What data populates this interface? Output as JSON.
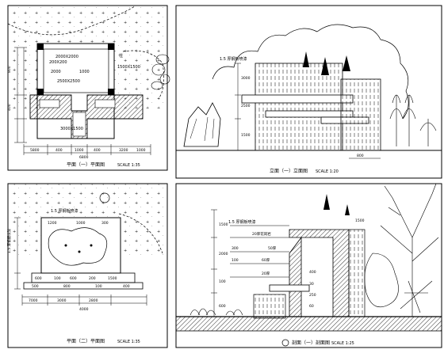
{
  "panels": {
    "tl": {
      "title": "平面（一）平面图",
      "scale": "SCALE 1:35",
      "labels": {
        "top_dim": "2000X2000",
        "top_dim2": "200X200",
        "mid_dim": "2500X2500",
        "bottom_dim": "3000X1500",
        "right_note": "柱",
        "right_note2": "1500X1500",
        "tick_h": "800",
        "tick_m": "400",
        "ann_a": "2000",
        "ann_b": "1000",
        "dim_a": "5800",
        "dim_b": "400",
        "dim_c": "1000",
        "dim_d": "400",
        "dim_e": "3200",
        "dim_f": "1000",
        "dim_total": "6800"
      }
    },
    "tr": {
      "title": "立面（一）立面图",
      "scale": "SCALE 1:20",
      "labels": {
        "elev_note": "1.5 厚钢板喷漆",
        "note_b": "3000",
        "note_c": "2500",
        "note_d": "1500",
        "note_e": "800"
      }
    },
    "bl": {
      "title": "平面（二）平面图",
      "scale": "SCALE 1:35",
      "labels": {
        "top_note": "1.5 厚钢板喷漆",
        "dim_a": "1200",
        "dim_b": "1000",
        "dim_c": "300",
        "dim_d": "600",
        "dim_e": "100",
        "dim_f": "600",
        "dim_g": "200",
        "dim_h": "1500",
        "dim_i": "500",
        "dim_j": "800",
        "dim_k": "100",
        "dim_l": "400",
        "dim_m": "7000",
        "dim_n": "3000",
        "dim_o": "2800",
        "dim_total": "4000",
        "left_note": "1.5 厚钢板喷漆"
      }
    },
    "br": {
      "title": "剖面（一）剖面图",
      "scale": "SCALE 1:25",
      "labels": {
        "top_note": "1.5 厚钢板喷漆",
        "n1": "20厚花岗岩",
        "n2": "50厚",
        "n3": "300",
        "n4": "100",
        "n5": "60厚",
        "n6": "20厚",
        "n7": "1500",
        "n8": "2000",
        "n9": "100",
        "n10": "600",
        "n11": "400",
        "n12": "30",
        "n13": "250",
        "n14": "60",
        "n15": "1500"
      }
    }
  }
}
